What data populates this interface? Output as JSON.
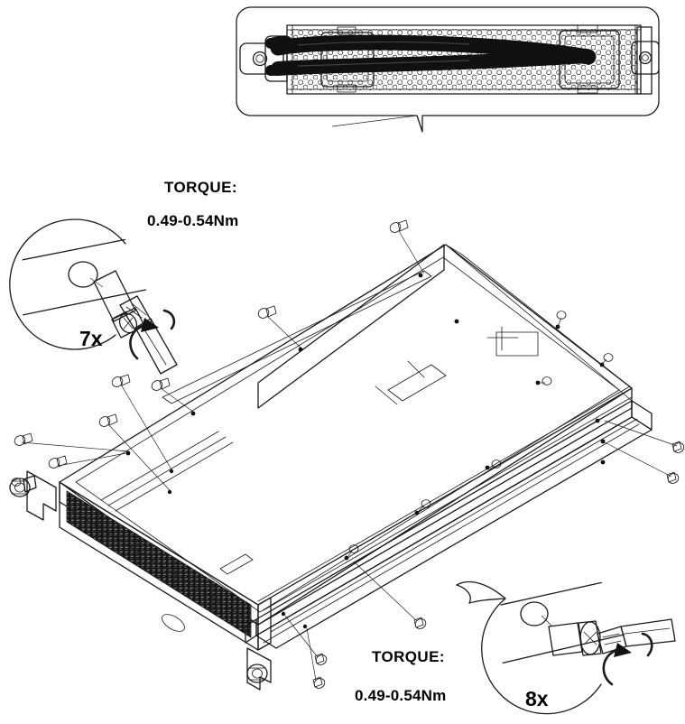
{
  "document": {
    "type": "exploded-assembly-instruction",
    "title": "Rack rail and top cover screw installation"
  },
  "callouts": {
    "top": {
      "torque_label": "TORQUE:",
      "torque_value": "0.49-0.54Nm",
      "quantity": "7x",
      "detail_icon": "screw-and-screwdriver-icon"
    },
    "bottom": {
      "torque_label": "TORQUE:",
      "torque_value": "0.49-0.54Nm",
      "quantity": "8x",
      "detail_icon": "screw-and-screwdriver-icon"
    }
  },
  "inset": {
    "name": "internal-cable-routing-detail",
    "description": "Top inset panel showing perforated chassis rail with routed cable bundles"
  },
  "chassis": {
    "name": "rack-server-chassis",
    "description": "Isometric exploded view of 1U rack server with top cover and side rails"
  },
  "colors": {
    "line": "#1a1a1a",
    "background": "#ffffff",
    "cable": "#111111",
    "panel_gray": "#dddddd"
  }
}
